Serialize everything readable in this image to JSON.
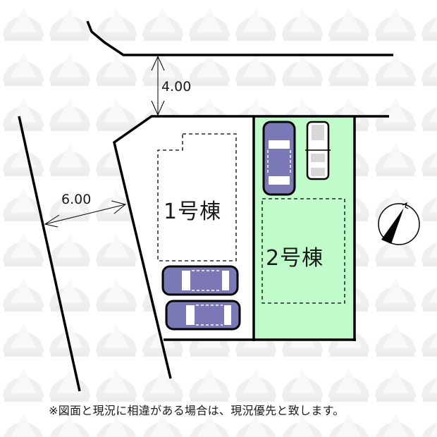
{
  "site_plan": {
    "road_top": {
      "width_label": "4.00"
    },
    "road_left": {
      "width_label": "6.00"
    },
    "buildings": [
      {
        "id": 1,
        "label": "1号棟",
        "fill": "#ffffff"
      },
      {
        "id": 2,
        "label": "2号棟",
        "fill": "#c0fcca"
      }
    ],
    "parking": [
      {
        "lot": 1,
        "cars": 2,
        "orientation": "horizontal",
        "color": "#7b78b8"
      },
      {
        "lot": 2,
        "cars": 2,
        "orientation": "vertical",
        "colors": [
          "#7b78b8",
          "#d8d8d8"
        ]
      }
    ],
    "compass": {
      "icon": "north-arrow-icon"
    }
  },
  "footer": {
    "note": "※図面と現況に相違がある場合は、現況優先と致します。"
  },
  "colors": {
    "lot2_fill": "#c0fcca",
    "car_blue": "#7b78b8",
    "car_grey": "#d8d8d8",
    "line": "#000000",
    "watermark": "#eeeeee"
  }
}
